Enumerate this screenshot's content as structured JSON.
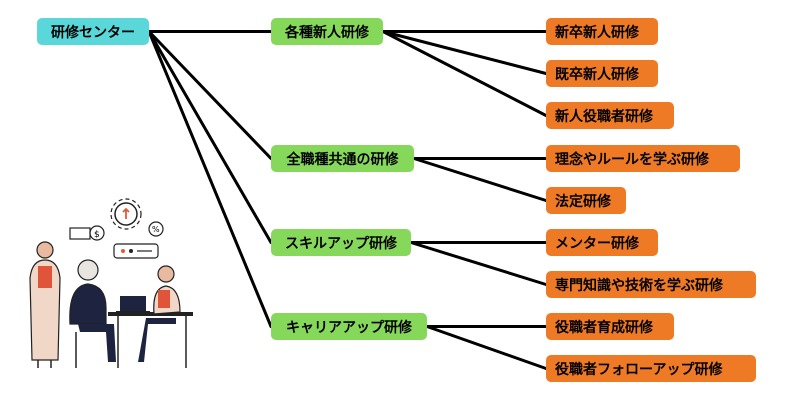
{
  "colors": {
    "root": "#5ad7d9",
    "category": "#86d85b",
    "program": "#ef7a26",
    "connector": "#000000"
  },
  "root": {
    "label": "研修センター"
  },
  "categories": [
    {
      "label": "各種新人研修",
      "programs": [
        "新卒新人研修",
        "既卒新人研修",
        "新人役職者研修"
      ]
    },
    {
      "label": "全職種共通の研修",
      "programs": [
        "理念やルールを学ぶ研修",
        "法定研修"
      ]
    },
    {
      "label": "スキルアップ研修",
      "programs": [
        "メンター研修",
        "専門知識や技術を学ぶ研修"
      ]
    },
    {
      "label": "キャリアアップ研修",
      "programs": [
        "役職者育成研修",
        "役職者フォローアップ研修"
      ]
    }
  ],
  "illustration": {
    "name": "team-meeting-illustration",
    "icons": [
      "gear-icon",
      "money-icon",
      "percent-icon",
      "chat-bubble-icon",
      "laptop-icon"
    ]
  }
}
